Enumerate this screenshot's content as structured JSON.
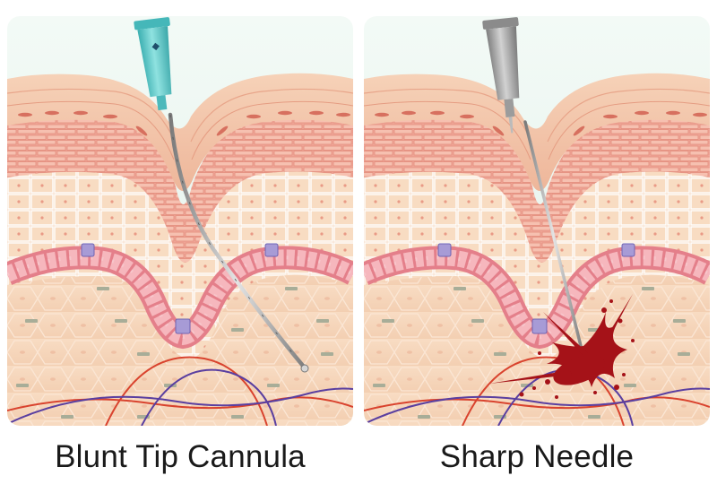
{
  "panels": [
    {
      "id": "left",
      "caption": "Blunt Tip Cannula",
      "instrument": "blunt-tip-cannula",
      "hub_color": "#5cc8c8",
      "shows_bleeding": false
    },
    {
      "id": "right",
      "caption": "Sharp Needle",
      "instrument": "sharp-needle",
      "hub_color": "#9a9a9a",
      "shows_bleeding": true
    }
  ],
  "colors": {
    "background": "#ffffff",
    "sky": "#e6f4ee",
    "skin_top": "#f2c4a6",
    "epidermis": "#e8907f",
    "cells": "#f4c9a8",
    "basal_layer": "#e88a94",
    "dermis": "#f5d6bc",
    "artery": "#d9432e",
    "vein": "#5a3fa0",
    "blood": "#a51218"
  }
}
